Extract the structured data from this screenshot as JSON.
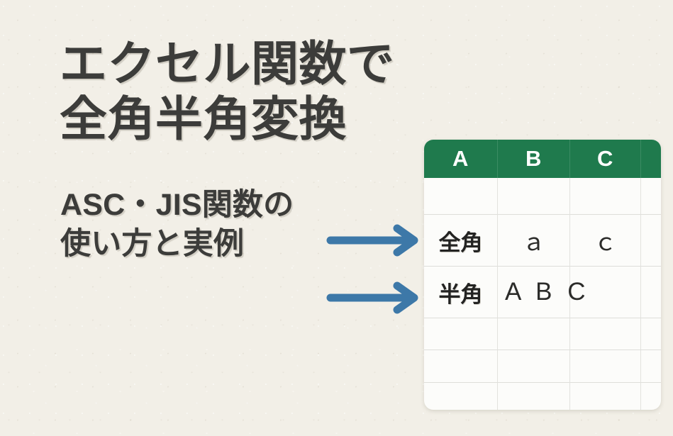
{
  "background": {
    "color": "#f2efe7",
    "texture": "paper-grain"
  },
  "headline": {
    "color": "#3c3c3a",
    "lines": [
      "エクセル関数で",
      "全角半角変換"
    ]
  },
  "subhead": {
    "color": "#3c3c3a",
    "lines": [
      "ASC・JIS関数の",
      "使い方と実例"
    ]
  },
  "arrows": {
    "color": "#3d78a8",
    "direction": "right",
    "count": 2,
    "items": [
      {
        "name": "arrow-to-zenkaku-row"
      },
      {
        "name": "arrow-to-hankaku-row"
      }
    ]
  },
  "spreadsheet": {
    "header_bg": "#1f7a4d",
    "header_text_color": "#ffffff",
    "body_bg": "#fcfcfa",
    "gridline_color": "#dededa",
    "columns": [
      "A",
      "B",
      "C",
      ""
    ],
    "rows": [
      {
        "a": "",
        "b": "",
        "c": "",
        "overflow": ""
      },
      {
        "a": "全角",
        "b": "ａ",
        "c": "ｃ",
        "overflow": ""
      },
      {
        "a": "半角",
        "b": "",
        "c": "",
        "overflow": "A B C"
      },
      {
        "a": "",
        "b": "",
        "c": "",
        "overflow": ""
      },
      {
        "a": "",
        "b": "",
        "c": "",
        "overflow": ""
      },
      {
        "a": "",
        "b": "",
        "c": "",
        "overflow": ""
      }
    ]
  }
}
